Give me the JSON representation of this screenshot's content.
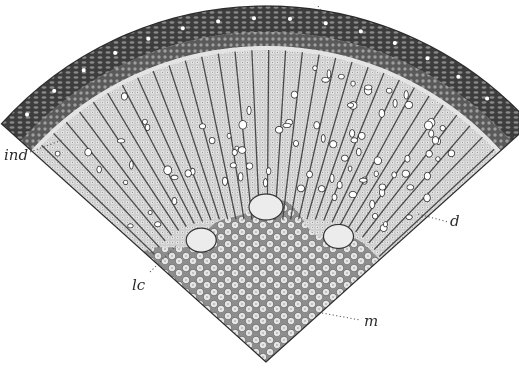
{
  "diagram": {
    "labels": {
      "ind": "ind",
      "d": "d",
      "lc": "lc",
      "m": "m"
    },
    "colors": {
      "ink": "#2e2e2e",
      "paper": "#ffffff",
      "outer_dark": "#3a3a3a",
      "xylem_light": "#d2d2d2",
      "pith": "#c9c9c9"
    }
  }
}
